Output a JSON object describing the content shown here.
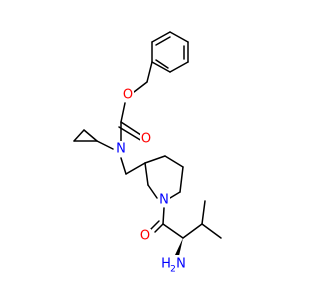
{
  "atoms": {
    "o_ester": {
      "text": "O",
      "color": "#ff0000"
    },
    "o_carbonyl_carbamate": {
      "text": "O",
      "color": "#ff0000"
    },
    "n_carbamate": {
      "text": "N",
      "color": "#0000ff"
    },
    "n_piperidine": {
      "text": "N",
      "color": "#0000ff"
    },
    "o_amide": {
      "text": "O",
      "color": "#ff0000"
    },
    "nh2": {
      "text": "H",
      "subscript": "2",
      "trailing": "N",
      "color": "#0000ff"
    }
  },
  "colors": {
    "bond": "#000000",
    "oxygen": "#ff0000",
    "nitrogen": "#0000ff",
    "background": "#ffffff"
  }
}
